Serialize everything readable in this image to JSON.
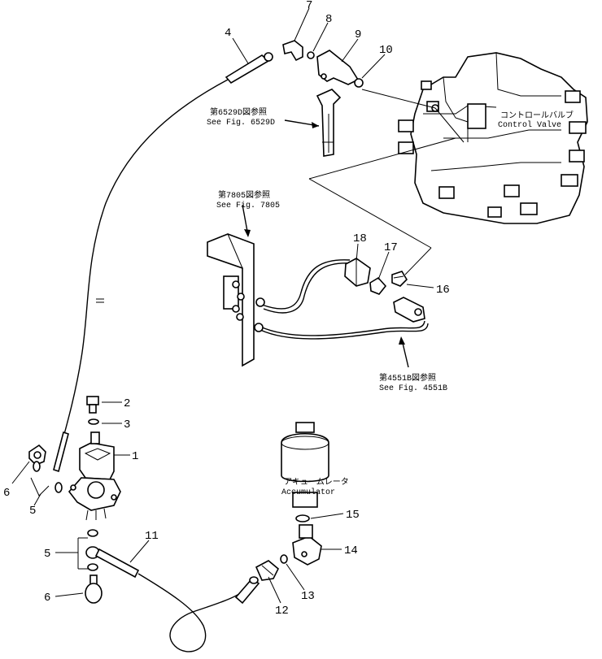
{
  "diagram": {
    "part_numbers": [
      "1",
      "2",
      "3",
      "4",
      "5",
      "5",
      "6",
      "6",
      "7",
      "8",
      "9",
      "10",
      "11",
      "12",
      "13",
      "14",
      "15",
      "16",
      "17",
      "18"
    ],
    "references": [
      {
        "jp": "第6529D図参照",
        "en": "See Fig. 6529D"
      },
      {
        "jp": "第7805図参照",
        "en": "See Fig. 7805"
      },
      {
        "jp": "第4551B図参照",
        "en": "See Fig. 4551B"
      }
    ],
    "components": {
      "control_valve": {
        "jp": "コントロールバルブ",
        "en": "Control Valve"
      },
      "accumulator": {
        "jp": "アキュームレータ",
        "en": "Accumulator"
      }
    }
  }
}
